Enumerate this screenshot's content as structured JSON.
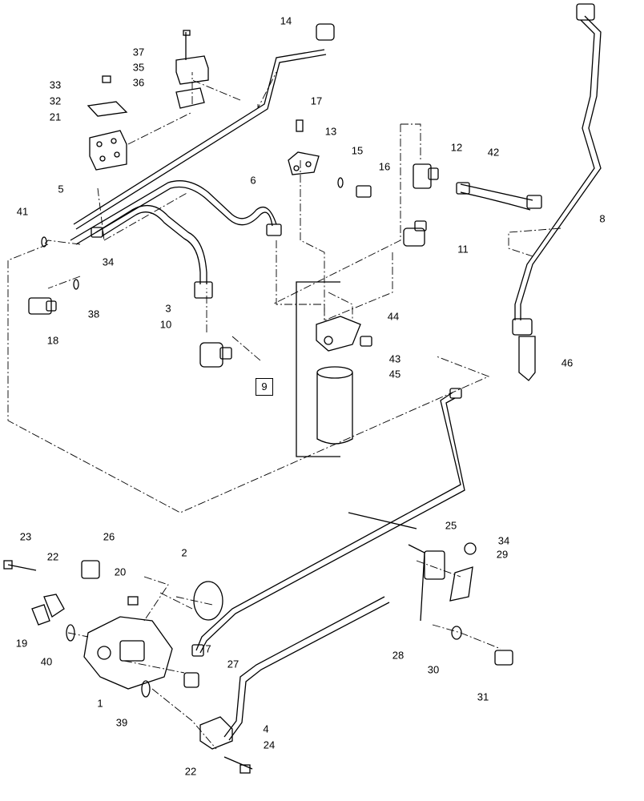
{
  "diagram": {
    "group_label": "9",
    "callouts": [
      "1",
      "2",
      "3",
      "4",
      "5",
      "6",
      "7",
      "8",
      "10",
      "11",
      "12",
      "13",
      "14",
      "15",
      "16",
      "17",
      "18",
      "19",
      "20",
      "21",
      "22",
      "22",
      "23",
      "24",
      "25",
      "26",
      "27",
      "28",
      "29",
      "30",
      "31",
      "32",
      "33",
      "34",
      "34",
      "35",
      "36",
      "37",
      "38",
      "39",
      "40",
      "41",
      "42",
      "43",
      "44",
      "45",
      "46"
    ]
  }
}
